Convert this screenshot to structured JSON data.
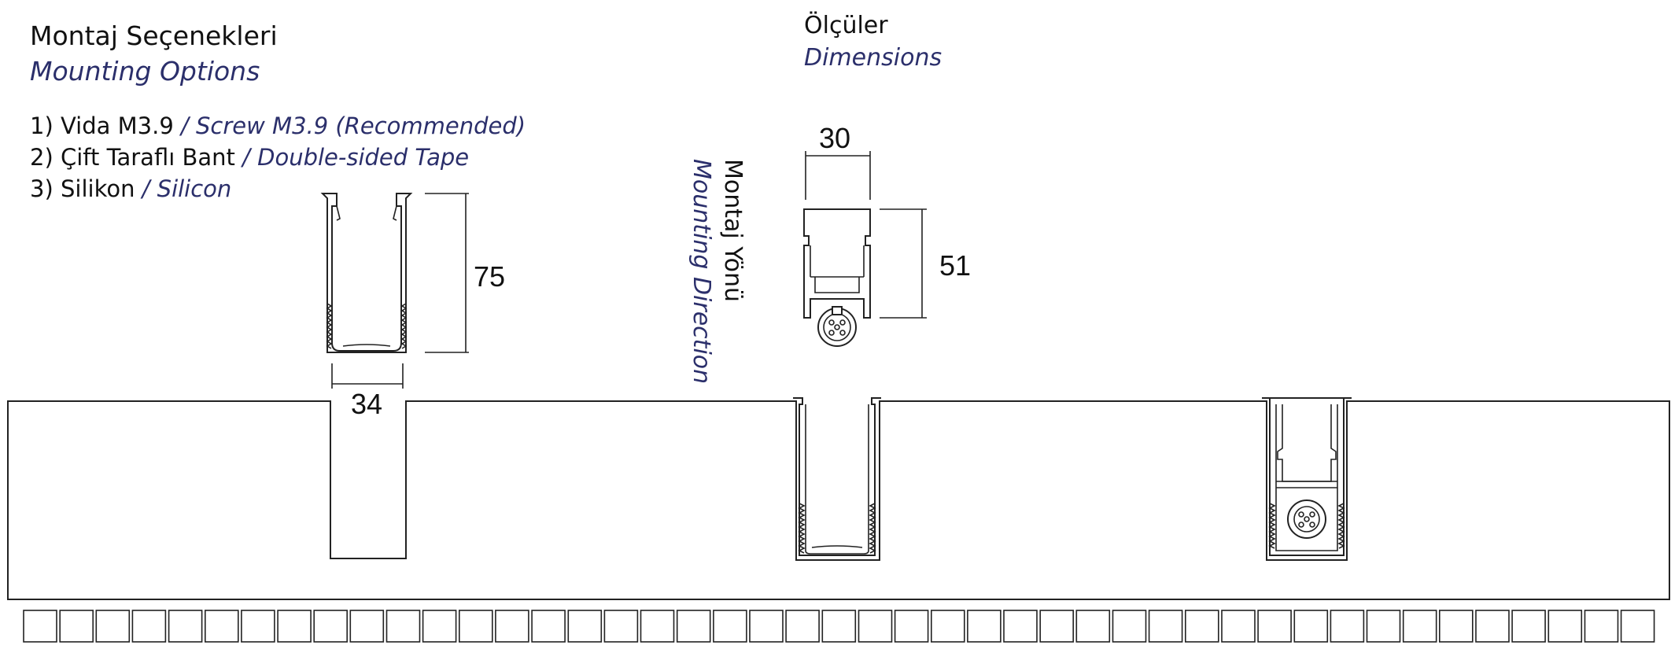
{
  "mounting": {
    "title_tr": "Montaj Seçenekleri",
    "title_en": "Mounting Options",
    "options": [
      {
        "tr": "1) Vida M3.9",
        "en": " / Screw M3.9 (Recommended)"
      },
      {
        "tr": "2) Çift Taraflı Bant",
        "en": " / Double-sided Tape"
      },
      {
        "tr": "3) Silikon",
        "en": " / Silicon"
      }
    ]
  },
  "direction": {
    "label_tr": "Montaj Yönü",
    "label_en": "Mounting Direction"
  },
  "dimensions": {
    "title_tr": "Ölçüler",
    "title_en": "Dimensions",
    "profile_height": "75",
    "profile_width": "34",
    "end_width": "30",
    "end_height": "51"
  },
  "colors": {
    "line": "#222222",
    "text": "#111111",
    "accent_blue": "#2b2f6b"
  },
  "icons": {
    "connector": "circular-4-pin-connector"
  }
}
